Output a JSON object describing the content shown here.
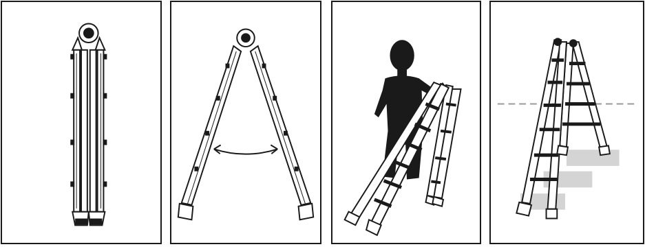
{
  "panels": [
    {
      "id": "folded",
      "icon": "folded-ladder-icon"
    },
    {
      "id": "unfolding",
      "icon": "unfolding-ladder-icon"
    },
    {
      "id": "transport",
      "icon": "person-carrying-ladder-icon"
    },
    {
      "id": "on-stairs",
      "icon": "ladder-on-stairs-icon"
    }
  ],
  "colors": {
    "line": "#1a1a1a",
    "frame": "#1a1a1a",
    "person": "#1a1a1a",
    "stair_shade": "#d4d4d4",
    "dashed_line": "#9a9a9a",
    "background": "#ffffff"
  }
}
